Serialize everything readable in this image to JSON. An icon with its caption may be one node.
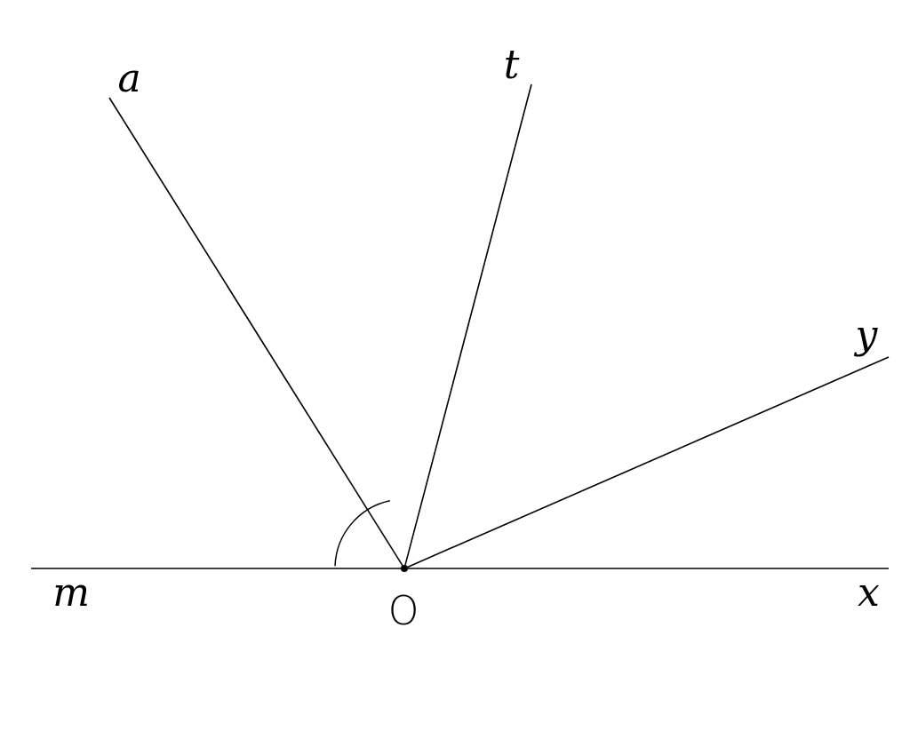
{
  "diagram": {
    "nodes": [
      {
        "text": [
          "a"
        ]
      },
      {
        "text": [
          "t"
        ]
      },
      {
        "text": [
          "y"
        ]
      },
      {
        "text": [
          "m"
        ]
      },
      {
        "text": [],
        "shape": "circle",
        "beside": [
          "O"
        ]
      },
      {
        "text": [
          "x"
        ]
      }
    ],
    "edges": [
      {
        "from": 4,
        "to": 0,
        "arrow": "none"
      },
      {
        "from": 4,
        "to": 1,
        "arrow": "none"
      },
      {
        "from": 4,
        "to": 2,
        "arrow": "none"
      },
      {
        "from": 4,
        "to": 3,
        "arrow": "none"
      },
      {
        "from": 4,
        "to": 5,
        "arrow": "none"
      }
    ]
  }
}
